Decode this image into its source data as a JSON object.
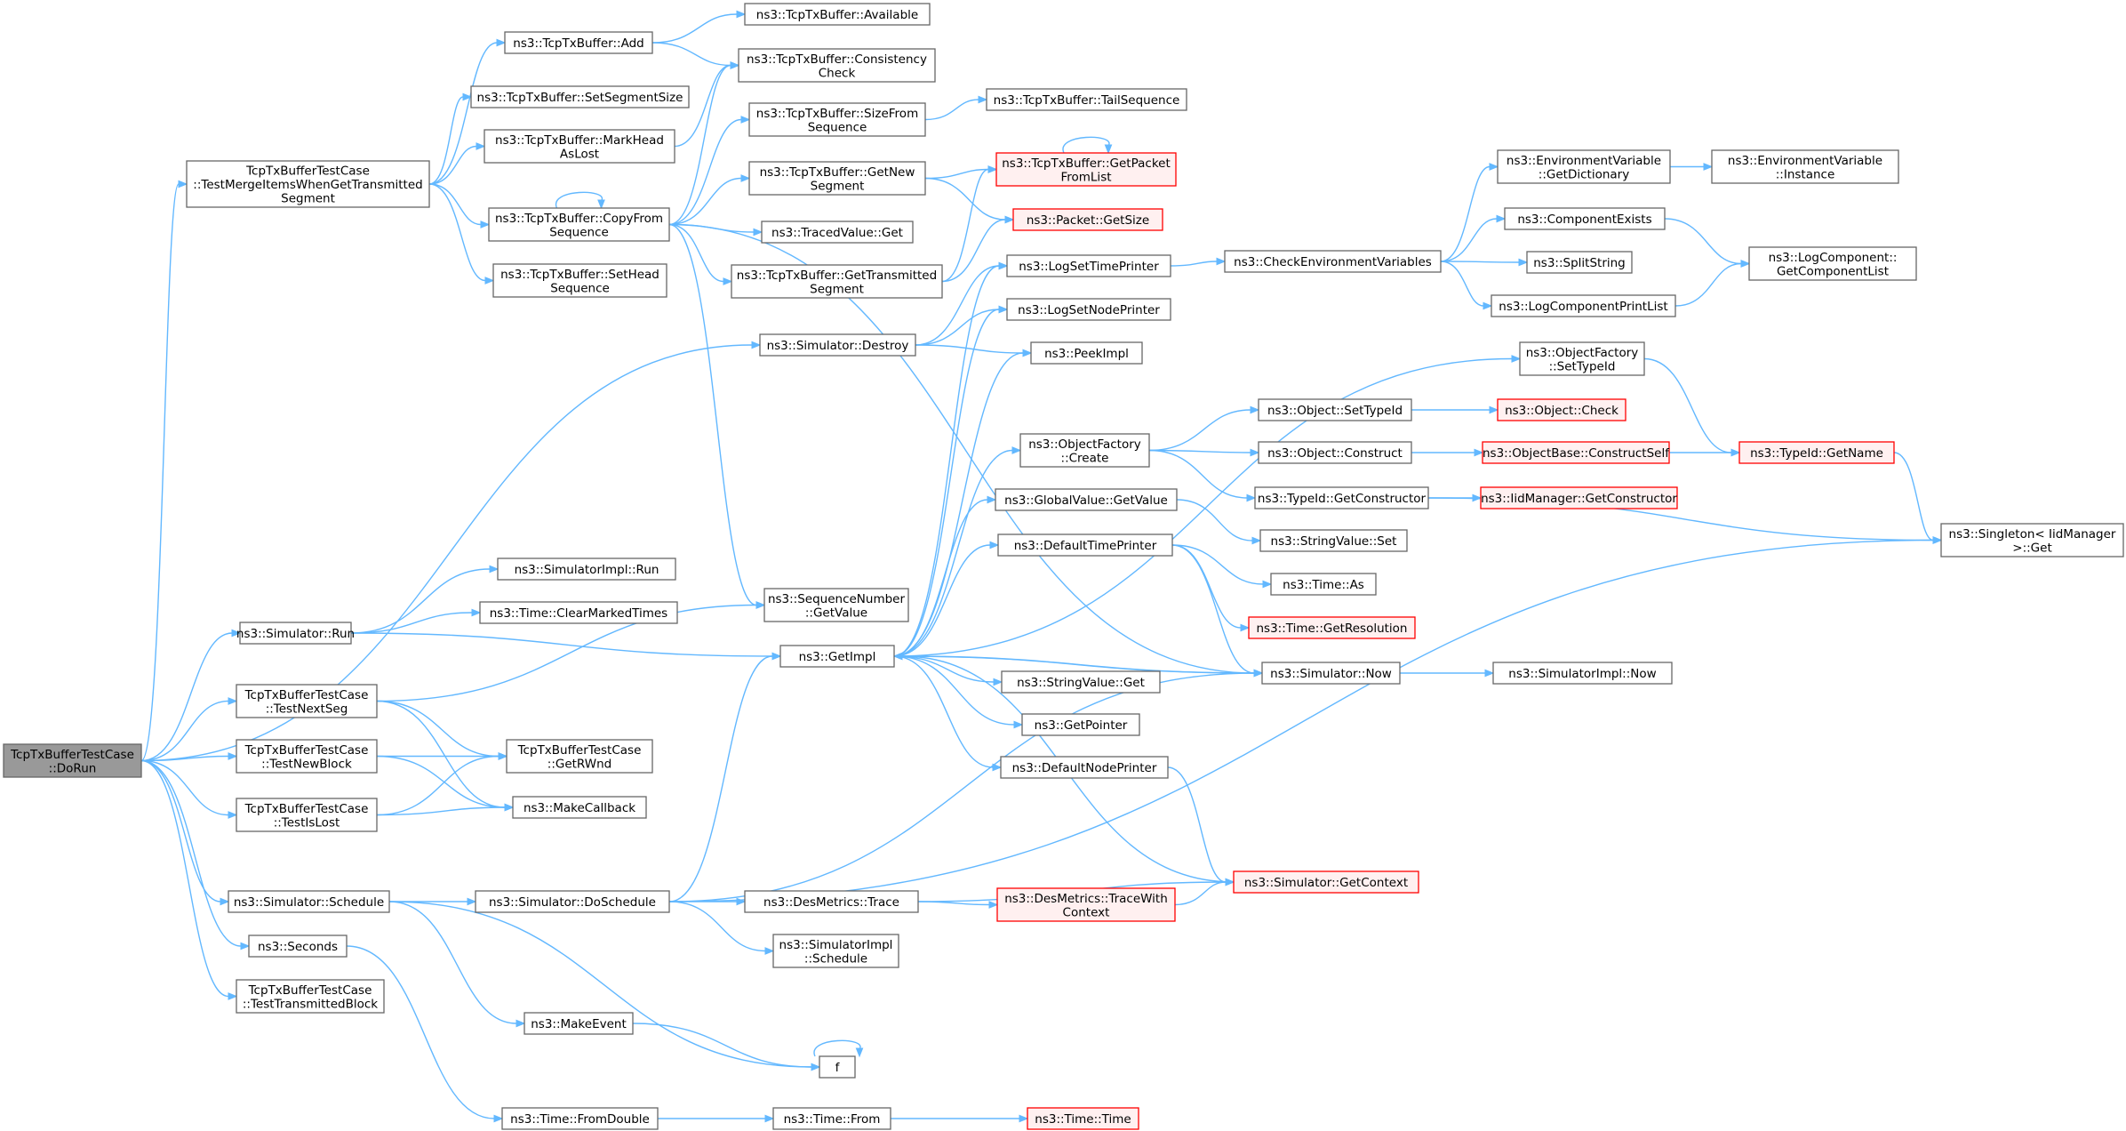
{
  "colors": {
    "root_fill": "#999999",
    "root_border": "#666666",
    "node_fill": "#ffffff",
    "node_border": "#666666",
    "truncated_fill": "#fff0f0",
    "truncated_border": "#ff0000",
    "edge": "#63b8ff"
  },
  "nodes": [
    {
      "id": "DoRun",
      "label": [
        "TcpTxBufferTestCase",
        "::DoRun"
      ],
      "kind": "root"
    },
    {
      "id": "TestMerge",
      "label": [
        "TcpTxBufferTestCase",
        "::TestMergeItemsWhenGetTransmitted",
        "Segment"
      ],
      "kind": "normal"
    },
    {
      "id": "SimDestroy",
      "label": [
        "ns3::Simulator::Destroy"
      ],
      "kind": "normal"
    },
    {
      "id": "SimRun",
      "label": [
        "ns3::Simulator::Run"
      ],
      "kind": "normal"
    },
    {
      "id": "TestNextSeg",
      "label": [
        "TcpTxBufferTestCase",
        "::TestNextSeg"
      ],
      "kind": "normal"
    },
    {
      "id": "TestNewBlock",
      "label": [
        "TcpTxBufferTestCase",
        "::TestNewBlock"
      ],
      "kind": "normal"
    },
    {
      "id": "TestIsLost",
      "label": [
        "TcpTxBufferTestCase",
        "::TestIsLost"
      ],
      "kind": "normal"
    },
    {
      "id": "SimSchedule",
      "label": [
        "ns3::Simulator::Schedule"
      ],
      "kind": "normal"
    },
    {
      "id": "Seconds",
      "label": [
        "ns3::Seconds"
      ],
      "kind": "normal"
    },
    {
      "id": "TestTxBlock",
      "label": [
        "TcpTxBufferTestCase",
        "::TestTransmittedBlock"
      ],
      "kind": "normal"
    },
    {
      "id": "Add",
      "label": [
        "ns3::TcpTxBuffer::Add"
      ],
      "kind": "normal"
    },
    {
      "id": "SetSegSize",
      "label": [
        "ns3::TcpTxBuffer::SetSegmentSize"
      ],
      "kind": "normal"
    },
    {
      "id": "MarkHead",
      "label": [
        "ns3::TcpTxBuffer::MarkHead",
        "AsLost"
      ],
      "kind": "normal"
    },
    {
      "id": "CopyFrom",
      "label": [
        "ns3::TcpTxBuffer::CopyFrom",
        "Sequence"
      ],
      "kind": "normal"
    },
    {
      "id": "SetHead",
      "label": [
        "ns3::TcpTxBuffer::SetHead",
        "Sequence"
      ],
      "kind": "normal"
    },
    {
      "id": "Available",
      "label": [
        "ns3::TcpTxBuffer::Available"
      ],
      "kind": "normal"
    },
    {
      "id": "Consistency",
      "label": [
        "ns3::TcpTxBuffer::Consistency",
        "Check"
      ],
      "kind": "normal"
    },
    {
      "id": "SizeFrom",
      "label": [
        "ns3::TcpTxBuffer::SizeFrom",
        "Sequence"
      ],
      "kind": "normal"
    },
    {
      "id": "GetNewSeg",
      "label": [
        "ns3::TcpTxBuffer::GetNew",
        "Segment"
      ],
      "kind": "normal"
    },
    {
      "id": "TracedGet",
      "label": [
        "ns3::TracedValue::Get"
      ],
      "kind": "normal"
    },
    {
      "id": "GetTxSeg",
      "label": [
        "ns3::TcpTxBuffer::GetTransmitted",
        "Segment"
      ],
      "kind": "normal"
    },
    {
      "id": "TailSeq",
      "label": [
        "ns3::TcpTxBuffer::TailSequence"
      ],
      "kind": "normal"
    },
    {
      "id": "GetPacketFromList",
      "label": [
        "ns3::TcpTxBuffer::GetPacket",
        "FromList"
      ],
      "kind": "truncated"
    },
    {
      "id": "PacketGetSize",
      "label": [
        "ns3::Packet::GetSize"
      ],
      "kind": "truncated"
    },
    {
      "id": "SimImplRun",
      "label": [
        "ns3::SimulatorImpl::Run"
      ],
      "kind": "normal"
    },
    {
      "id": "ClearMarked",
      "label": [
        "ns3::Time::ClearMarkedTimes"
      ],
      "kind": "normal"
    },
    {
      "id": "SeqGetValue",
      "label": [
        "ns3::SequenceNumber",
        "::GetValue"
      ],
      "kind": "normal"
    },
    {
      "id": "GetImpl",
      "label": [
        "ns3::GetImpl"
      ],
      "kind": "normal"
    },
    {
      "id": "GetRWnd",
      "label": [
        "TcpTxBufferTestCase",
        "::GetRWnd"
      ],
      "kind": "normal"
    },
    {
      "id": "MakeCallback",
      "label": [
        "ns3::MakeCallback"
      ],
      "kind": "normal"
    },
    {
      "id": "DoSchedule",
      "label": [
        "ns3::Simulator::DoSchedule"
      ],
      "kind": "normal"
    },
    {
      "id": "MakeEvent",
      "label": [
        "ns3::MakeEvent"
      ],
      "kind": "normal"
    },
    {
      "id": "f",
      "label": [
        "f"
      ],
      "kind": "normal"
    },
    {
      "id": "FromDouble",
      "label": [
        "ns3::Time::FromDouble"
      ],
      "kind": "normal"
    },
    {
      "id": "TimeFrom",
      "label": [
        "ns3::Time::From"
      ],
      "kind": "normal"
    },
    {
      "id": "TimeTime",
      "label": [
        "ns3::Time::Time"
      ],
      "kind": "truncated"
    },
    {
      "id": "LogSetTime",
      "label": [
        "ns3::LogSetTimePrinter"
      ],
      "kind": "normal"
    },
    {
      "id": "LogSetNode",
      "label": [
        "ns3::LogSetNodePrinter"
      ],
      "kind": "normal"
    },
    {
      "id": "PeekImpl",
      "label": [
        "ns3::PeekImpl"
      ],
      "kind": "normal"
    },
    {
      "id": "OFCreate",
      "label": [
        "ns3::ObjectFactory",
        "::Create"
      ],
      "kind": "normal"
    },
    {
      "id": "GVGetValue",
      "label": [
        "ns3::GlobalValue::GetValue"
      ],
      "kind": "normal"
    },
    {
      "id": "DefTimePrinter",
      "label": [
        "ns3::DefaultTimePrinter"
      ],
      "kind": "normal"
    },
    {
      "id": "StringValueGet",
      "label": [
        "ns3::StringValue::Get"
      ],
      "kind": "normal"
    },
    {
      "id": "GetPointer",
      "label": [
        "ns3::GetPointer"
      ],
      "kind": "normal"
    },
    {
      "id": "DefNodePrinter",
      "label": [
        "ns3::DefaultNodePrinter"
      ],
      "kind": "normal"
    },
    {
      "id": "DesTrace",
      "label": [
        "ns3::DesMetrics::Trace"
      ],
      "kind": "normal"
    },
    {
      "id": "SimImplSchedule",
      "label": [
        "ns3::SimulatorImpl",
        "::Schedule"
      ],
      "kind": "normal"
    },
    {
      "id": "CheckEnv",
      "label": [
        "ns3::CheckEnvironmentVariables"
      ],
      "kind": "normal"
    },
    {
      "id": "OFSetTypeId",
      "label": [
        "ns3::ObjectFactory",
        "::SetTypeId"
      ],
      "kind": "normal"
    },
    {
      "id": "ObjSetTypeId",
      "label": [
        "ns3::Object::SetTypeId"
      ],
      "kind": "normal"
    },
    {
      "id": "ObjConstruct",
      "label": [
        "ns3::Object::Construct"
      ],
      "kind": "normal"
    },
    {
      "id": "TypeIdGetCtor",
      "label": [
        "ns3::TypeId::GetConstructor"
      ],
      "kind": "normal"
    },
    {
      "id": "StringValueSet",
      "label": [
        "ns3::StringValue::Set"
      ],
      "kind": "normal"
    },
    {
      "id": "TimeAs",
      "label": [
        "ns3::Time::As"
      ],
      "kind": "normal"
    },
    {
      "id": "TimeGetRes",
      "label": [
        "ns3::Time::GetResolution"
      ],
      "kind": "truncated"
    },
    {
      "id": "SimNow",
      "label": [
        "ns3::Simulator::Now"
      ],
      "kind": "normal"
    },
    {
      "id": "DesTraceWith",
      "label": [
        "ns3::DesMetrics::TraceWith",
        "Context"
      ],
      "kind": "truncated"
    },
    {
      "id": "SimGetContext",
      "label": [
        "ns3::Simulator::GetContext"
      ],
      "kind": "truncated"
    },
    {
      "id": "EnvGetDict",
      "label": [
        "ns3::EnvironmentVariable",
        "::GetDictionary"
      ],
      "kind": "normal"
    },
    {
      "id": "CompExists",
      "label": [
        "ns3::ComponentExists"
      ],
      "kind": "normal"
    },
    {
      "id": "SplitString",
      "label": [
        "ns3::SplitString"
      ],
      "kind": "normal"
    },
    {
      "id": "LogCompPrintList",
      "label": [
        "ns3::LogComponentPrintList"
      ],
      "kind": "normal"
    },
    {
      "id": "ObjCheck",
      "label": [
        "ns3::Object::Check"
      ],
      "kind": "truncated"
    },
    {
      "id": "ObjBaseConstruct",
      "label": [
        "ns3::ObjectBase::ConstructSelf"
      ],
      "kind": "truncated"
    },
    {
      "id": "IidMgrGetCtor",
      "label": [
        "ns3::IidManager::GetConstructor"
      ],
      "kind": "truncated"
    },
    {
      "id": "SimImplNow",
      "label": [
        "ns3::SimulatorImpl::Now"
      ],
      "kind": "normal"
    },
    {
      "id": "EnvInstance",
      "label": [
        "ns3::EnvironmentVariable",
        "::Instance"
      ],
      "kind": "normal"
    },
    {
      "id": "LogCompGetList",
      "label": [
        "ns3::LogComponent::",
        "GetComponentList"
      ],
      "kind": "normal"
    },
    {
      "id": "TypeIdGetName",
      "label": [
        "ns3::TypeId::GetName"
      ],
      "kind": "truncated"
    },
    {
      "id": "SingletonGet",
      "label": [
        "ns3::Singleton< IidManager",
        " >::Get"
      ],
      "kind": "normal"
    }
  ],
  "edges": [
    [
      "DoRun",
      "TestMerge"
    ],
    [
      "DoRun",
      "SimDestroy"
    ],
    [
      "DoRun",
      "SimRun"
    ],
    [
      "DoRun",
      "TestNextSeg"
    ],
    [
      "DoRun",
      "TestNewBlock"
    ],
    [
      "DoRun",
      "TestIsLost"
    ],
    [
      "DoRun",
      "SimSchedule"
    ],
    [
      "DoRun",
      "Seconds"
    ],
    [
      "DoRun",
      "TestTxBlock"
    ],
    [
      "TestMerge",
      "Add"
    ],
    [
      "TestMerge",
      "SetSegSize"
    ],
    [
      "TestMerge",
      "MarkHead"
    ],
    [
      "TestMerge",
      "CopyFrom"
    ],
    [
      "TestMerge",
      "SetHead"
    ],
    [
      "Add",
      "Available"
    ],
    [
      "Add",
      "Consistency"
    ],
    [
      "MarkHead",
      "Consistency"
    ],
    [
      "CopyFrom",
      "CopyFrom"
    ],
    [
      "CopyFrom",
      "Consistency"
    ],
    [
      "CopyFrom",
      "SizeFrom"
    ],
    [
      "CopyFrom",
      "GetNewSeg"
    ],
    [
      "CopyFrom",
      "TracedGet"
    ],
    [
      "CopyFrom",
      "GetTxSeg"
    ],
    [
      "CopyFrom",
      "SeqGetValue"
    ],
    [
      "CopyFrom",
      "SimNow"
    ],
    [
      "SizeFrom",
      "TailSeq"
    ],
    [
      "GetNewSeg",
      "GetPacketFromList"
    ],
    [
      "GetNewSeg",
      "PacketGetSize"
    ],
    [
      "GetTxSeg",
      "GetPacketFromList"
    ],
    [
      "GetTxSeg",
      "PacketGetSize"
    ],
    [
      "GetPacketFromList",
      "GetPacketFromList"
    ],
    [
      "SimDestroy",
      "LogSetTime"
    ],
    [
      "SimDestroy",
      "LogSetNode"
    ],
    [
      "SimDestroy",
      "PeekImpl"
    ],
    [
      "SimRun",
      "SimImplRun"
    ],
    [
      "SimRun",
      "ClearMarked"
    ],
    [
      "SimRun",
      "GetImpl"
    ],
    [
      "TestNextSeg",
      "SeqGetValue"
    ],
    [
      "TestNextSeg",
      "GetRWnd"
    ],
    [
      "TestNextSeg",
      "MakeCallback"
    ],
    [
      "TestNewBlock",
      "GetRWnd"
    ],
    [
      "TestNewBlock",
      "MakeCallback"
    ],
    [
      "TestIsLost",
      "GetRWnd"
    ],
    [
      "TestIsLost",
      "MakeCallback"
    ],
    [
      "SimSchedule",
      "DoSchedule"
    ],
    [
      "SimSchedule",
      "MakeEvent"
    ],
    [
      "SimSchedule",
      "f"
    ],
    [
      "Seconds",
      "FromDouble"
    ],
    [
      "MakeEvent",
      "f"
    ],
    [
      "f",
      "f"
    ],
    [
      "FromDouble",
      "TimeFrom"
    ],
    [
      "TimeFrom",
      "TimeTime"
    ],
    [
      "DoSchedule",
      "GetImpl"
    ],
    [
      "DoSchedule",
      "SimNow"
    ],
    [
      "DoSchedule",
      "DesTrace"
    ],
    [
      "DoSchedule",
      "SimImplSchedule"
    ],
    [
      "DoSchedule",
      "SingletonGet"
    ],
    [
      "GetImpl",
      "LogSetTime"
    ],
    [
      "GetImpl",
      "LogSetNode"
    ],
    [
      "GetImpl",
      "PeekImpl"
    ],
    [
      "GetImpl",
      "OFSetTypeId"
    ],
    [
      "GetImpl",
      "OFCreate"
    ],
    [
      "GetImpl",
      "GVGetValue"
    ],
    [
      "GetImpl",
      "DefTimePrinter"
    ],
    [
      "GetImpl",
      "SimNow"
    ],
    [
      "GetImpl",
      "StringValueGet"
    ],
    [
      "GetImpl",
      "GetPointer"
    ],
    [
      "GetImpl",
      "DefNodePrinter"
    ],
    [
      "LogSetTime",
      "CheckEnv"
    ],
    [
      "CheckEnv",
      "EnvGetDict"
    ],
    [
      "CheckEnv",
      "CompExists"
    ],
    [
      "CheckEnv",
      "SplitString"
    ],
    [
      "CheckEnv",
      "LogCompPrintList"
    ],
    [
      "EnvGetDict",
      "EnvInstance"
    ],
    [
      "CompExists",
      "LogCompGetList"
    ],
    [
      "LogCompPrintList",
      "LogCompGetList"
    ],
    [
      "OFSetTypeId",
      "TypeIdGetName"
    ],
    [
      "OFCreate",
      "ObjSetTypeId"
    ],
    [
      "OFCreate",
      "ObjConstruct"
    ],
    [
      "OFCreate",
      "TypeIdGetCtor"
    ],
    [
      "ObjSetTypeId",
      "ObjCheck"
    ],
    [
      "ObjConstruct",
      "ObjBaseConstruct"
    ],
    [
      "ObjBaseConstruct",
      "TypeIdGetName"
    ],
    [
      "TypeIdGetCtor",
      "IidMgrGetCtor"
    ],
    [
      "TypeIdGetCtor",
      "SingletonGet"
    ],
    [
      "TypeIdGetName",
      "SingletonGet"
    ],
    [
      "GVGetValue",
      "StringValueSet"
    ],
    [
      "DefTimePrinter",
      "TimeAs"
    ],
    [
      "DefTimePrinter",
      "TimeGetRes"
    ],
    [
      "DefTimePrinter",
      "SimNow"
    ],
    [
      "SimNow",
      "GetImpl"
    ],
    [
      "SimNow",
      "SimImplNow"
    ],
    [
      "DefNodePrinter",
      "SimGetContext"
    ],
    [
      "DesTrace",
      "DesTraceWith"
    ],
    [
      "DesTrace",
      "SimGetContext"
    ],
    [
      "DesTraceWith",
      "SimGetContext"
    ],
    [
      "SimGetContext",
      "GetImpl"
    ]
  ]
}
